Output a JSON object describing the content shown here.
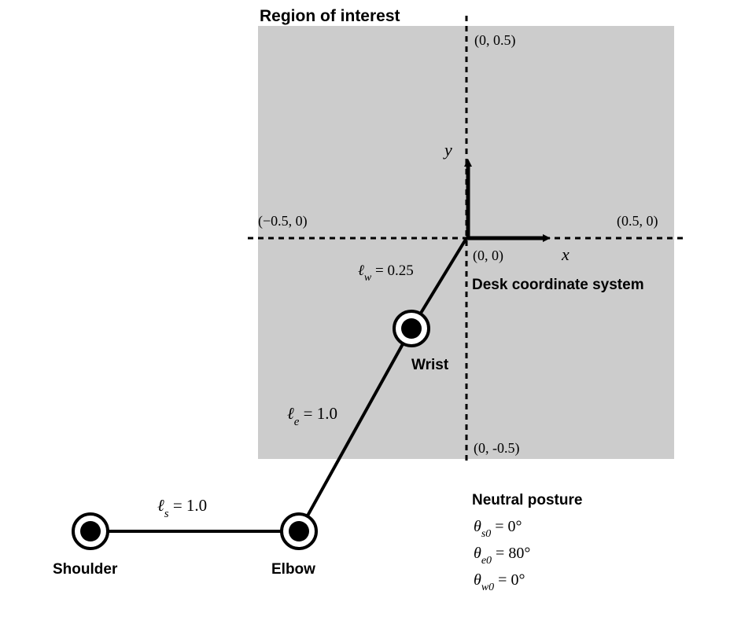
{
  "region_title": "Region of interest",
  "coords": {
    "top": "(0, 0.5)",
    "bottom": "(0, -0.5)",
    "left": "(−0.5, 0)",
    "right": "(0.5, 0)",
    "origin": "(0, 0)"
  },
  "axes": {
    "x": "x",
    "y": "y"
  },
  "coordinate_system_label": "Desk coordinate system",
  "joints": {
    "shoulder": "Shoulder",
    "elbow": "Elbow",
    "wrist": "Wrist"
  },
  "segments": {
    "upper_arm": {
      "symbol": "ℓ",
      "subscript": "s",
      "value": " = 1.0"
    },
    "forearm": {
      "symbol": "ℓ",
      "subscript": "e",
      "value": " = 1.0"
    },
    "hand": {
      "symbol": "ℓ",
      "subscript": "w",
      "value": " = 0.25"
    }
  },
  "neutral_posture": {
    "title": "Neutral posture",
    "angles": [
      {
        "symbol": "θ",
        "subscript": "s0",
        "value": " = 0°"
      },
      {
        "symbol": "θ",
        "subscript": "e0",
        "value": " = 80°"
      },
      {
        "symbol": "θ",
        "subscript": "w0",
        "value": " = 0°"
      }
    ]
  },
  "colors": {
    "region_fill": "#cccccc",
    "line": "#000000",
    "background": "#ffffff"
  }
}
